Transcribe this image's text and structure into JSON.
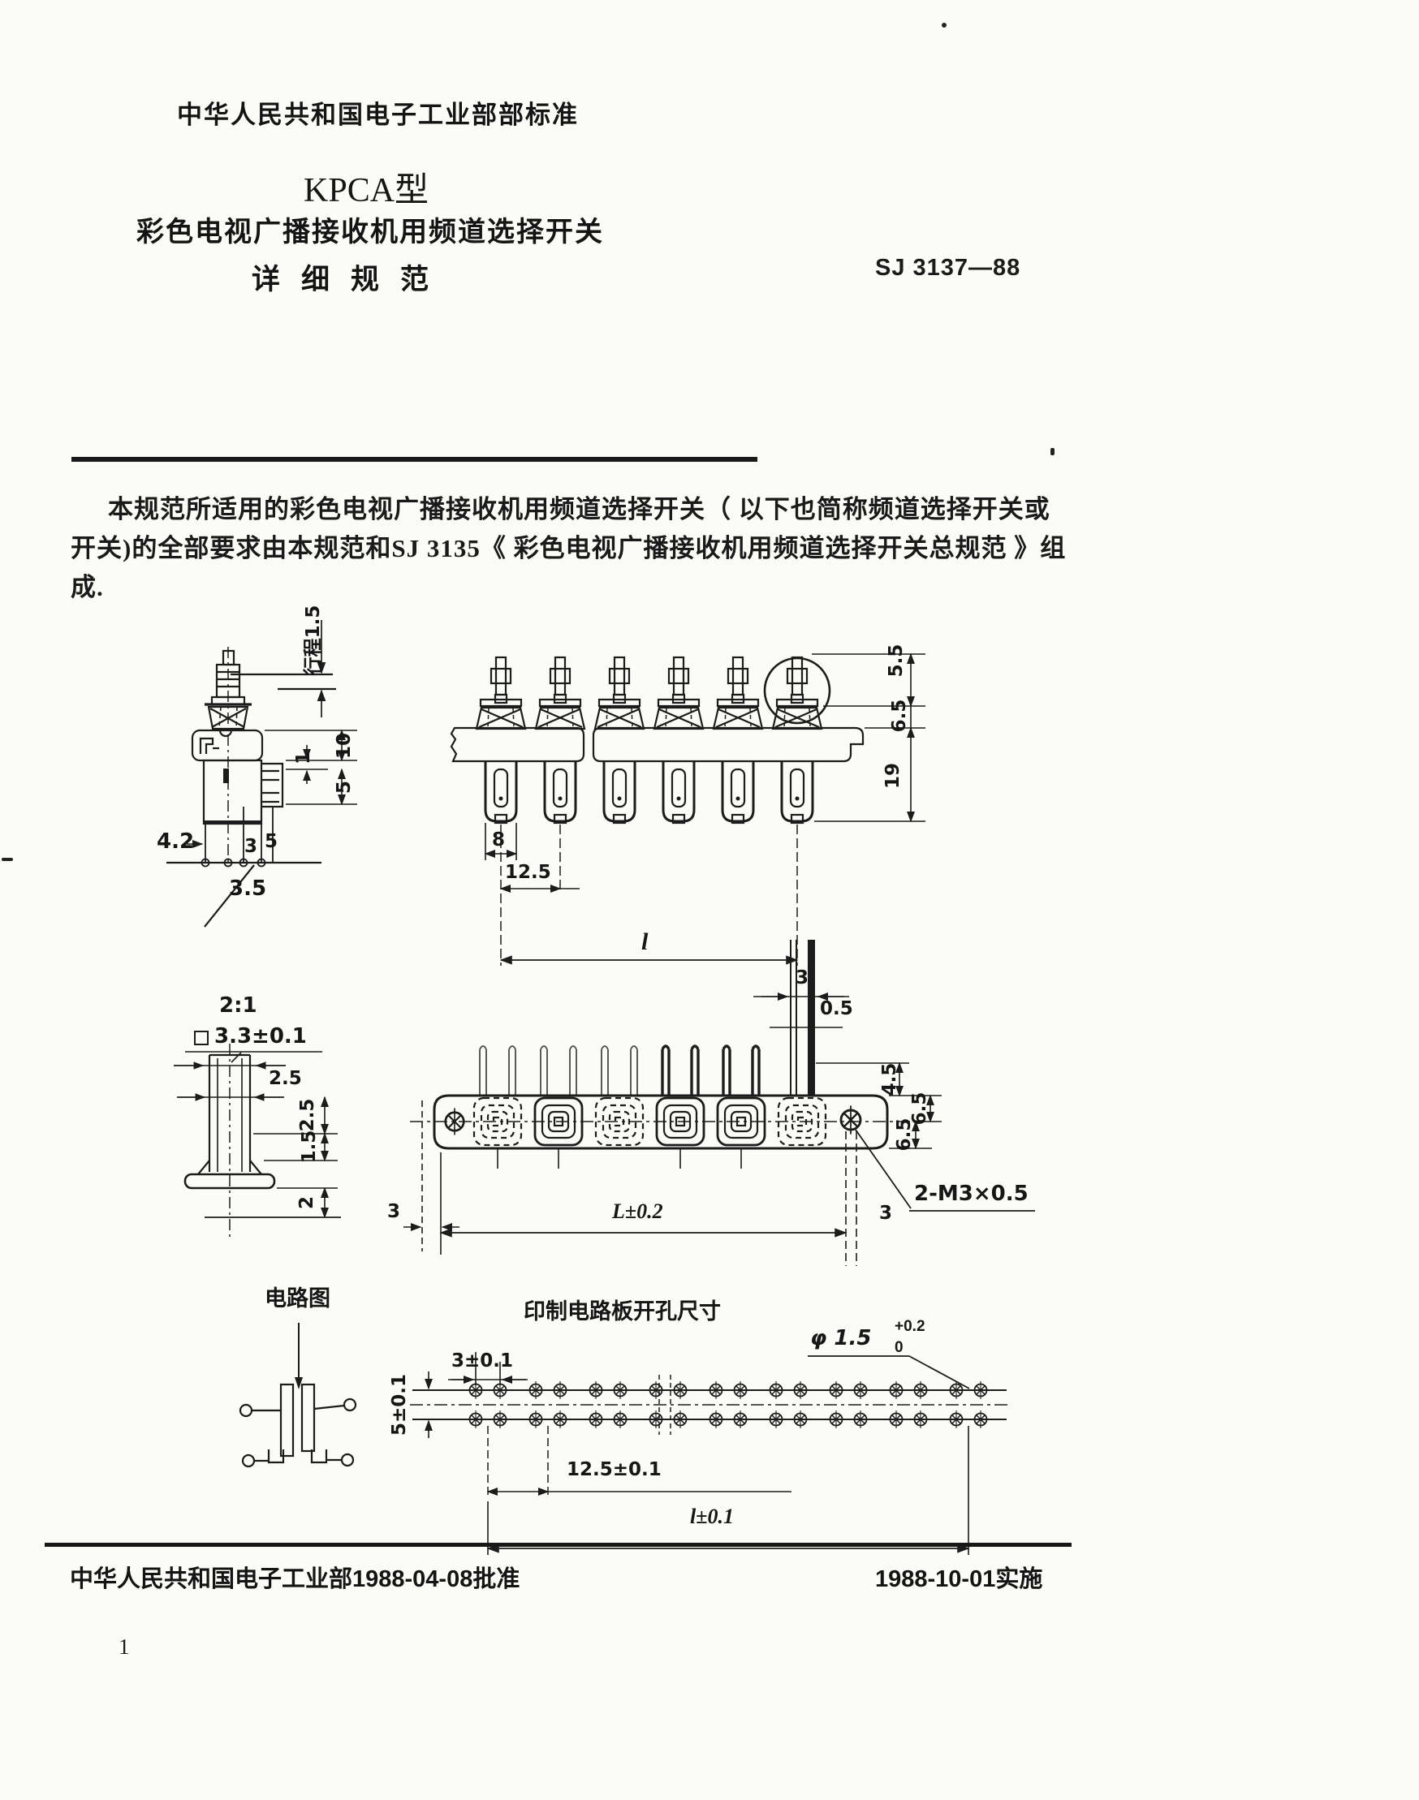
{
  "doc": {
    "header": "中华人民共和国电子工业部部标准",
    "model": "KPCA型",
    "standard_no": "SJ 3137—88",
    "title": "彩色电视广播接收机用频道选择开关",
    "subtitle": "详细规范",
    "para_line1": "本规范所适用的彩色电视广播接收机用频道选择开关（ 以下也简称频道选择开关或",
    "para_line2": "开关)的全部要求由本规范和SJ 3135《 彩色电视广播接收机用频道选择开关总规范 》组",
    "para_line3": "成.",
    "footer_left": "中华人民共和国电子工业部1988-04-08批准",
    "footer_right": "1988-10-01实施",
    "page_number": "1"
  },
  "fig_side": {
    "stroke_label": "行程1.5",
    "d1": "1",
    "d10": "10",
    "d5": "5",
    "d42": "4.2",
    "d3": "3",
    "d5b": "5",
    "d35": "3.5"
  },
  "fig_front": {
    "d55": "5.5",
    "d65": "6.5",
    "d19": "19",
    "d8": "8",
    "d125": "12.5",
    "dl": "l"
  },
  "fig_detail": {
    "scale": "2:1",
    "dsq": "3.3±0.1",
    "d25a": "2.5",
    "d25b": "2.5",
    "d15": "1.5",
    "d2": "2"
  },
  "fig_top": {
    "d3a": "3",
    "d05": "0.5",
    "d45": "4.5",
    "d65a": "6.5",
    "d65b": "6.5",
    "thread": "2-M3×0.5",
    "d3b": "3",
    "d3c": "3",
    "dL": "L±0.2"
  },
  "fig_circuit": {
    "label": "电路图"
  },
  "fig_pcb": {
    "label": "印制电路板开孔尺寸",
    "d3": "3±0.1",
    "d5": "5±0.1",
    "dia": "φ 1.5",
    "tol_up": "+0.2",
    "tol_dn": "0",
    "d125": "12.5±0.1",
    "dl": "l±0.1"
  }
}
